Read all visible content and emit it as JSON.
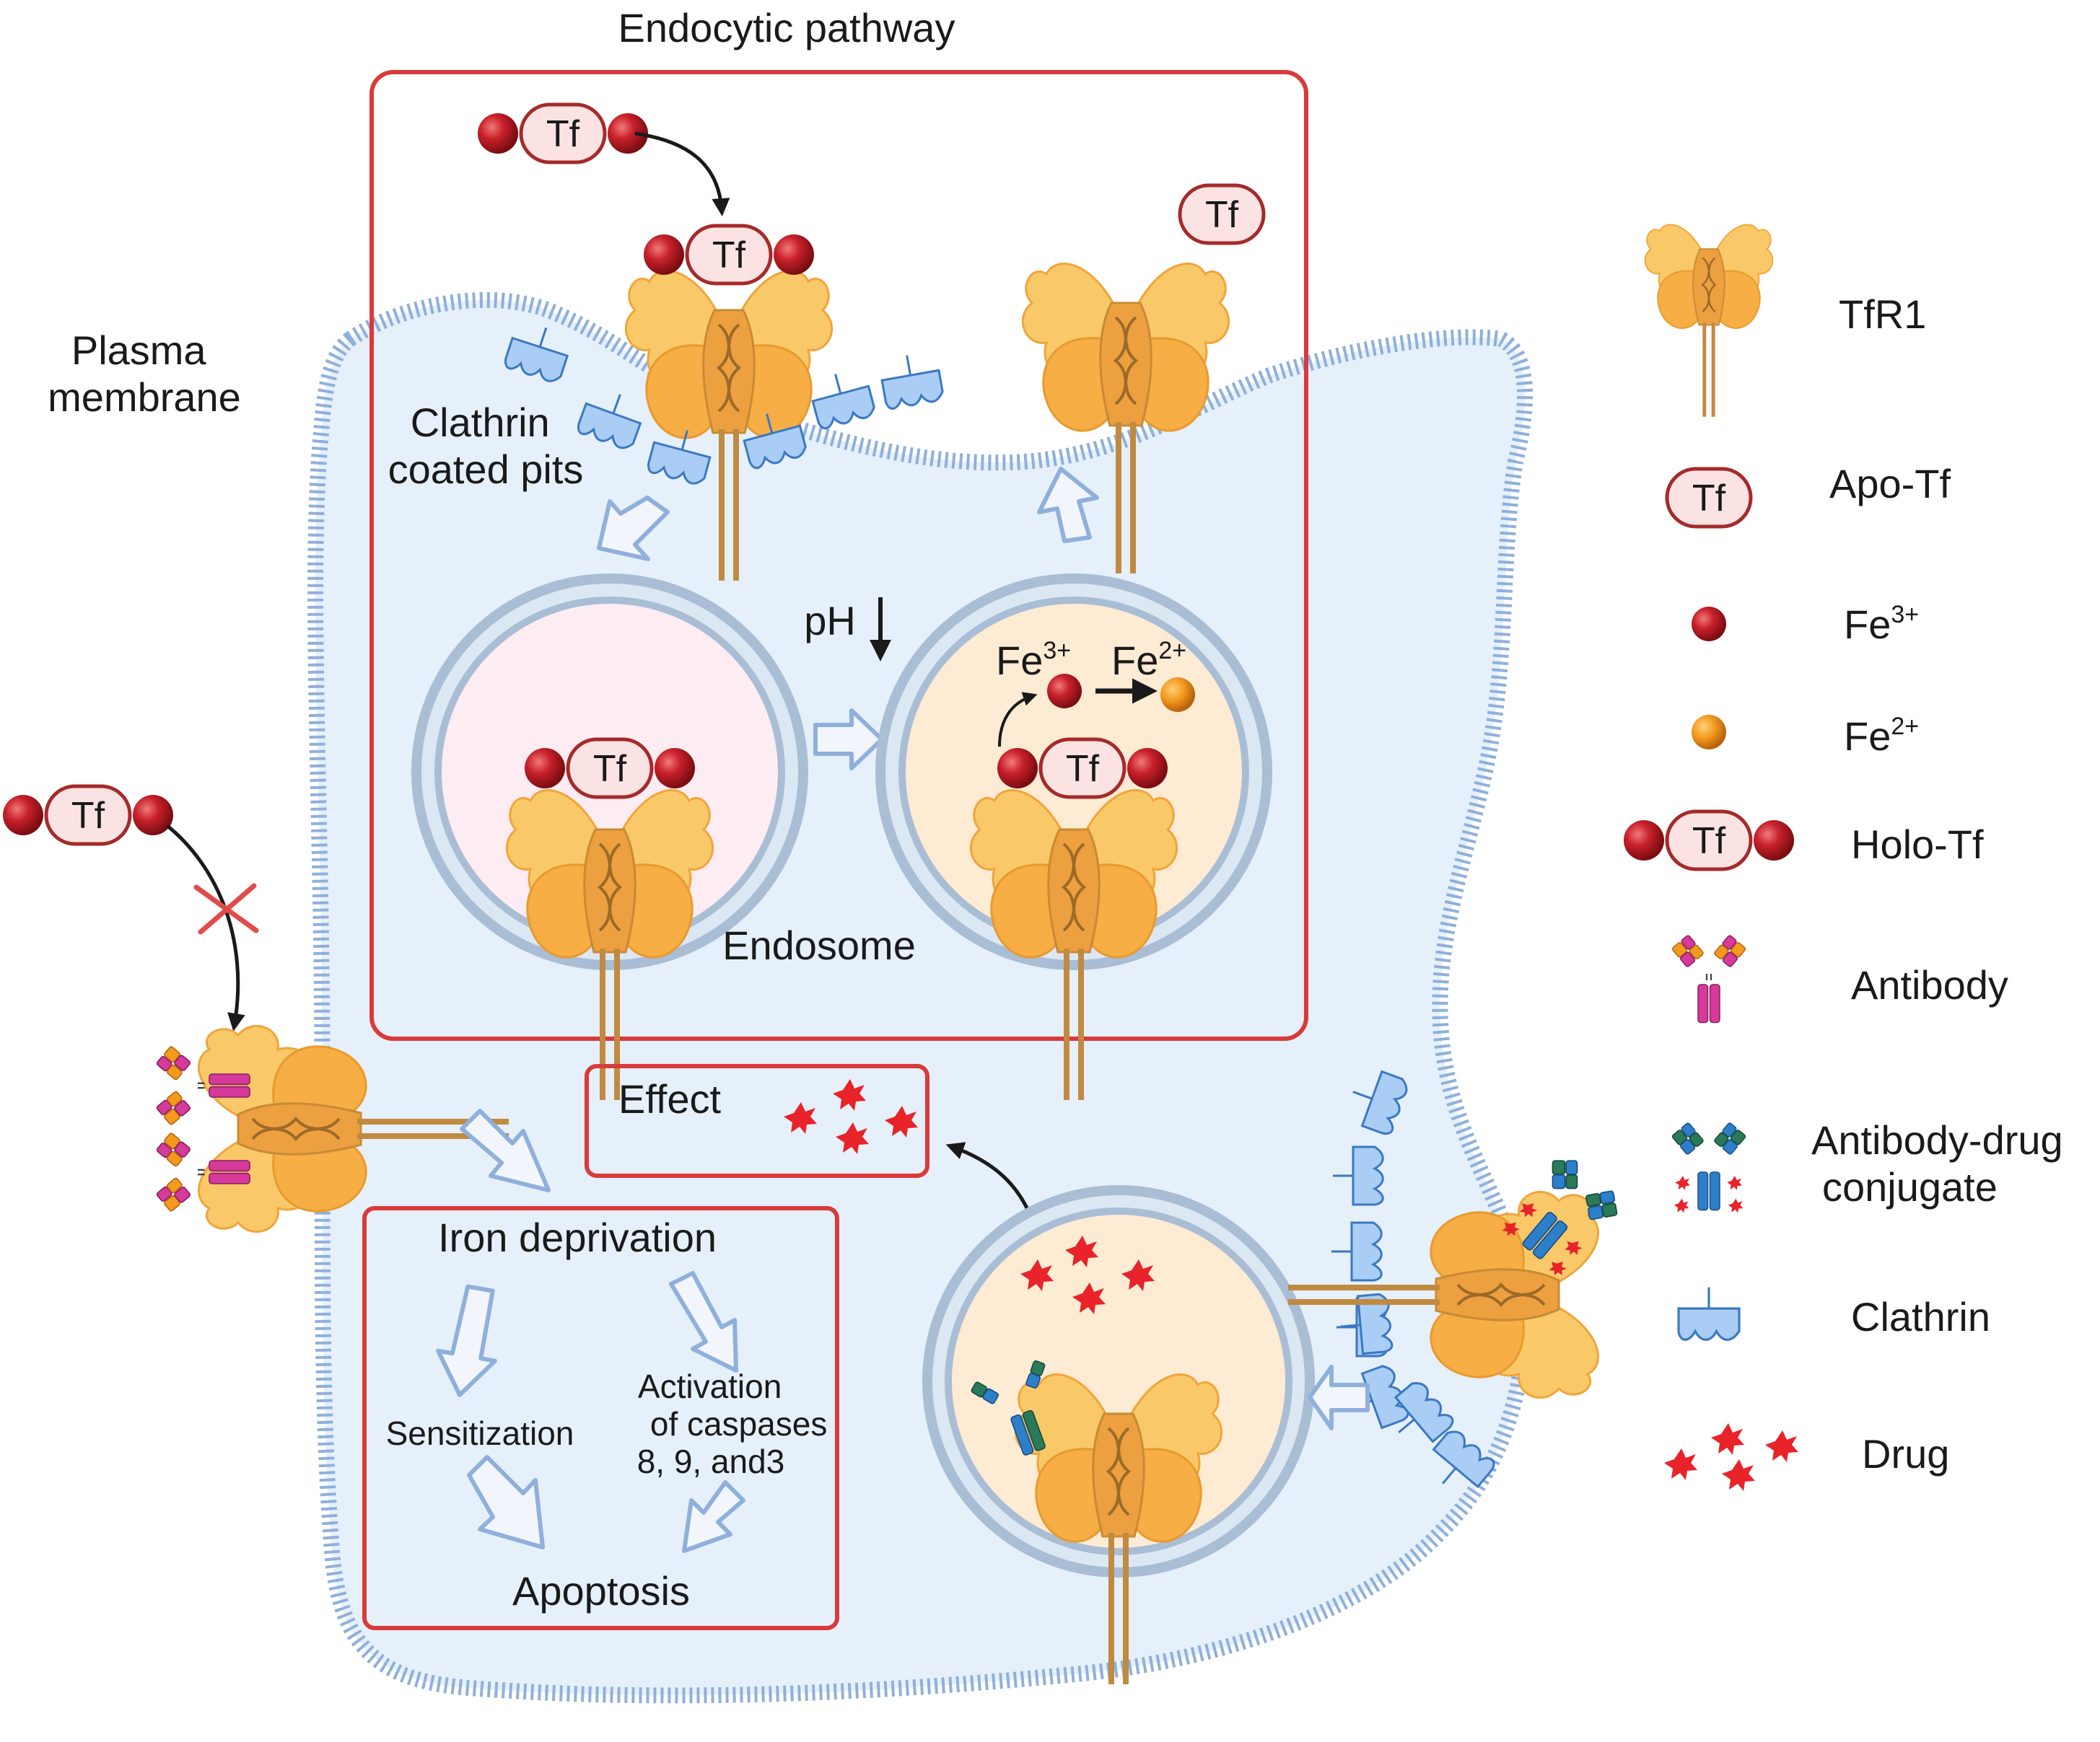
{
  "title": "Endocytic pathway",
  "labels": {
    "plasma_membrane_line1": "Plasma",
    "plasma_membrane_line2": "membrane",
    "clathrin_pits_line1": "Clathrin",
    "clathrin_pits_line2": "coated pits",
    "ph": "pH",
    "fe3": "Fe",
    "fe3_sup": "3+",
    "fe2": "Fe",
    "fe2_sup": "2+",
    "endosome": "Endosome",
    "effect": "Effect",
    "iron_deprivation": "Iron deprivation",
    "sensitization": "Sensitization",
    "activation_line1": "Activation",
    "activation_line2": "of caspases",
    "activation_line3": "8, 9, and3",
    "apoptosis": "Apoptosis",
    "tf": "Tf"
  },
  "legend": {
    "tfr1": "TfR1",
    "apo_tf": "Apo-Tf",
    "fe3": "Fe",
    "fe3_sup": "3+",
    "fe2": "Fe",
    "fe2_sup": "2+",
    "holo_tf": "Holo-Tf",
    "antibody": "Antibody",
    "adc_line1": "Antibody-drug",
    "adc_line2": "conjugate",
    "clathrin": "Clathrin",
    "drug": "Drug"
  },
  "colors": {
    "cell_fill": "#e6f0fa",
    "membrane": "#8fb0dc",
    "frame_red": "#d93a3a",
    "tf_fill": "#fbe3e3",
    "tf_stroke": "#a52a2a",
    "iron3": "#c0202a",
    "iron2": "#f39a1e",
    "receptor": "#f6b048",
    "stalk": "#c08a40",
    "clathrin_fill": "#a9cdf4",
    "clathrin_stroke": "#3a78c2",
    "arrow_fill": "#f2f6fc",
    "arrow_stroke": "#8fb0dc",
    "early_endosome": "#fdecf2",
    "late_endosome": "#fdebd4",
    "endosome_ring": "#a9bdd4",
    "drug": "#e8232a",
    "ab_pink": "#d63a9a",
    "ab_orange": "#f39a1e",
    "adc_blue": "#2e7fc9",
    "adc_green": "#2a7a5a"
  }
}
